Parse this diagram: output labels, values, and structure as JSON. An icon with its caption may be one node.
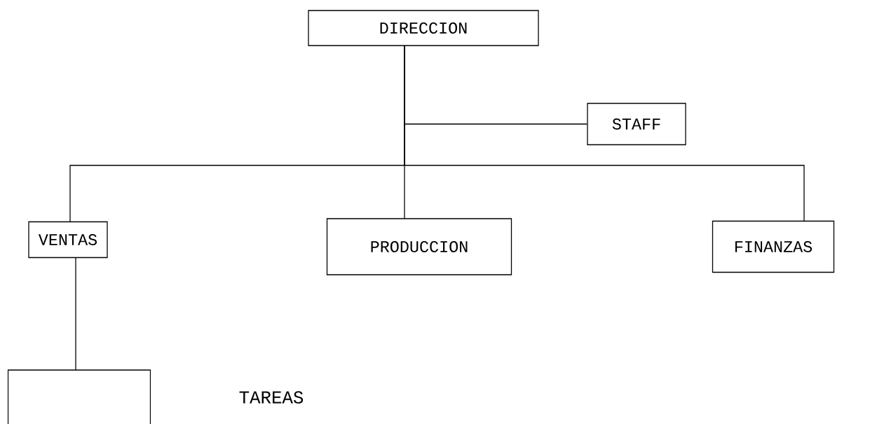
{
  "diagram": {
    "nodes": [
      {
        "text": [
          "DIRECCION"
        ]
      },
      {
        "text": [
          "STAFF"
        ]
      },
      {
        "text": [
          "VENTAS"
        ]
      },
      {
        "text": [
          "PRODUCCION"
        ]
      },
      {
        "text": [
          "FINANZAS"
        ]
      },
      {
        "text": [],
        "shape": "box"
      }
    ],
    "edges": [
      {
        "from": 0,
        "to": 1,
        "arrow": "none"
      },
      {
        "from": 0,
        "to": 2,
        "arrow": "none"
      },
      {
        "from": 0,
        "to": 3,
        "arrow": "none"
      },
      {
        "from": 0,
        "to": 4,
        "arrow": "none"
      },
      {
        "from": 2,
        "to": 5,
        "arrow": "none"
      }
    ],
    "labels": [
      "TAREAS"
    ]
  }
}
